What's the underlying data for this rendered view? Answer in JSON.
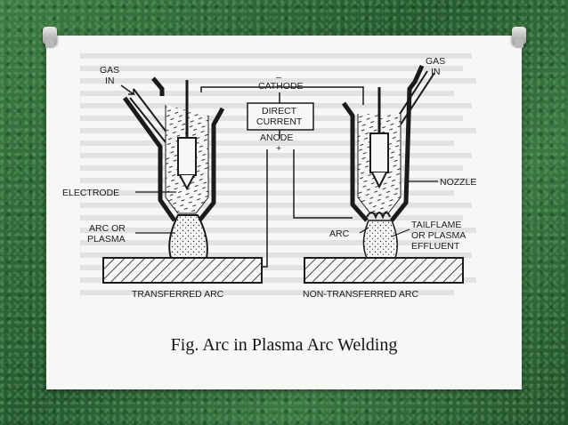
{
  "caption": "Fig. Arc in Plasma Arc Welding",
  "labels": {
    "gas_in_left_1": "GAS",
    "gas_in_left_2": "IN",
    "gas_in_right_1": "GAS",
    "gas_in_right_2": "IN",
    "cathode": "CATHODE",
    "cathode_sign": "–",
    "direct_current_1": "DIRECT",
    "direct_current_2": "CURRENT",
    "anode": "ANODE",
    "anode_sign": "+",
    "electrode": "ELECTRODE",
    "arc_or_plasma_1": "ARC OR",
    "arc_or_plasma_2": "PLASMA",
    "nozzle": "NOZZLE",
    "arc": "ARC",
    "tailflame_1": "TAILFLAME",
    "tailflame_2": "OR PLASMA",
    "tailflame_3": "EFFLUENT",
    "transferred_arc": "TRANSFERRED ARC",
    "non_transferred_arc": "NON-TRANSFERRED ARC"
  },
  "colors": {
    "ink": "#1b1b1b",
    "paper": "#f7f7f5",
    "background": "#2f6b3b"
  }
}
